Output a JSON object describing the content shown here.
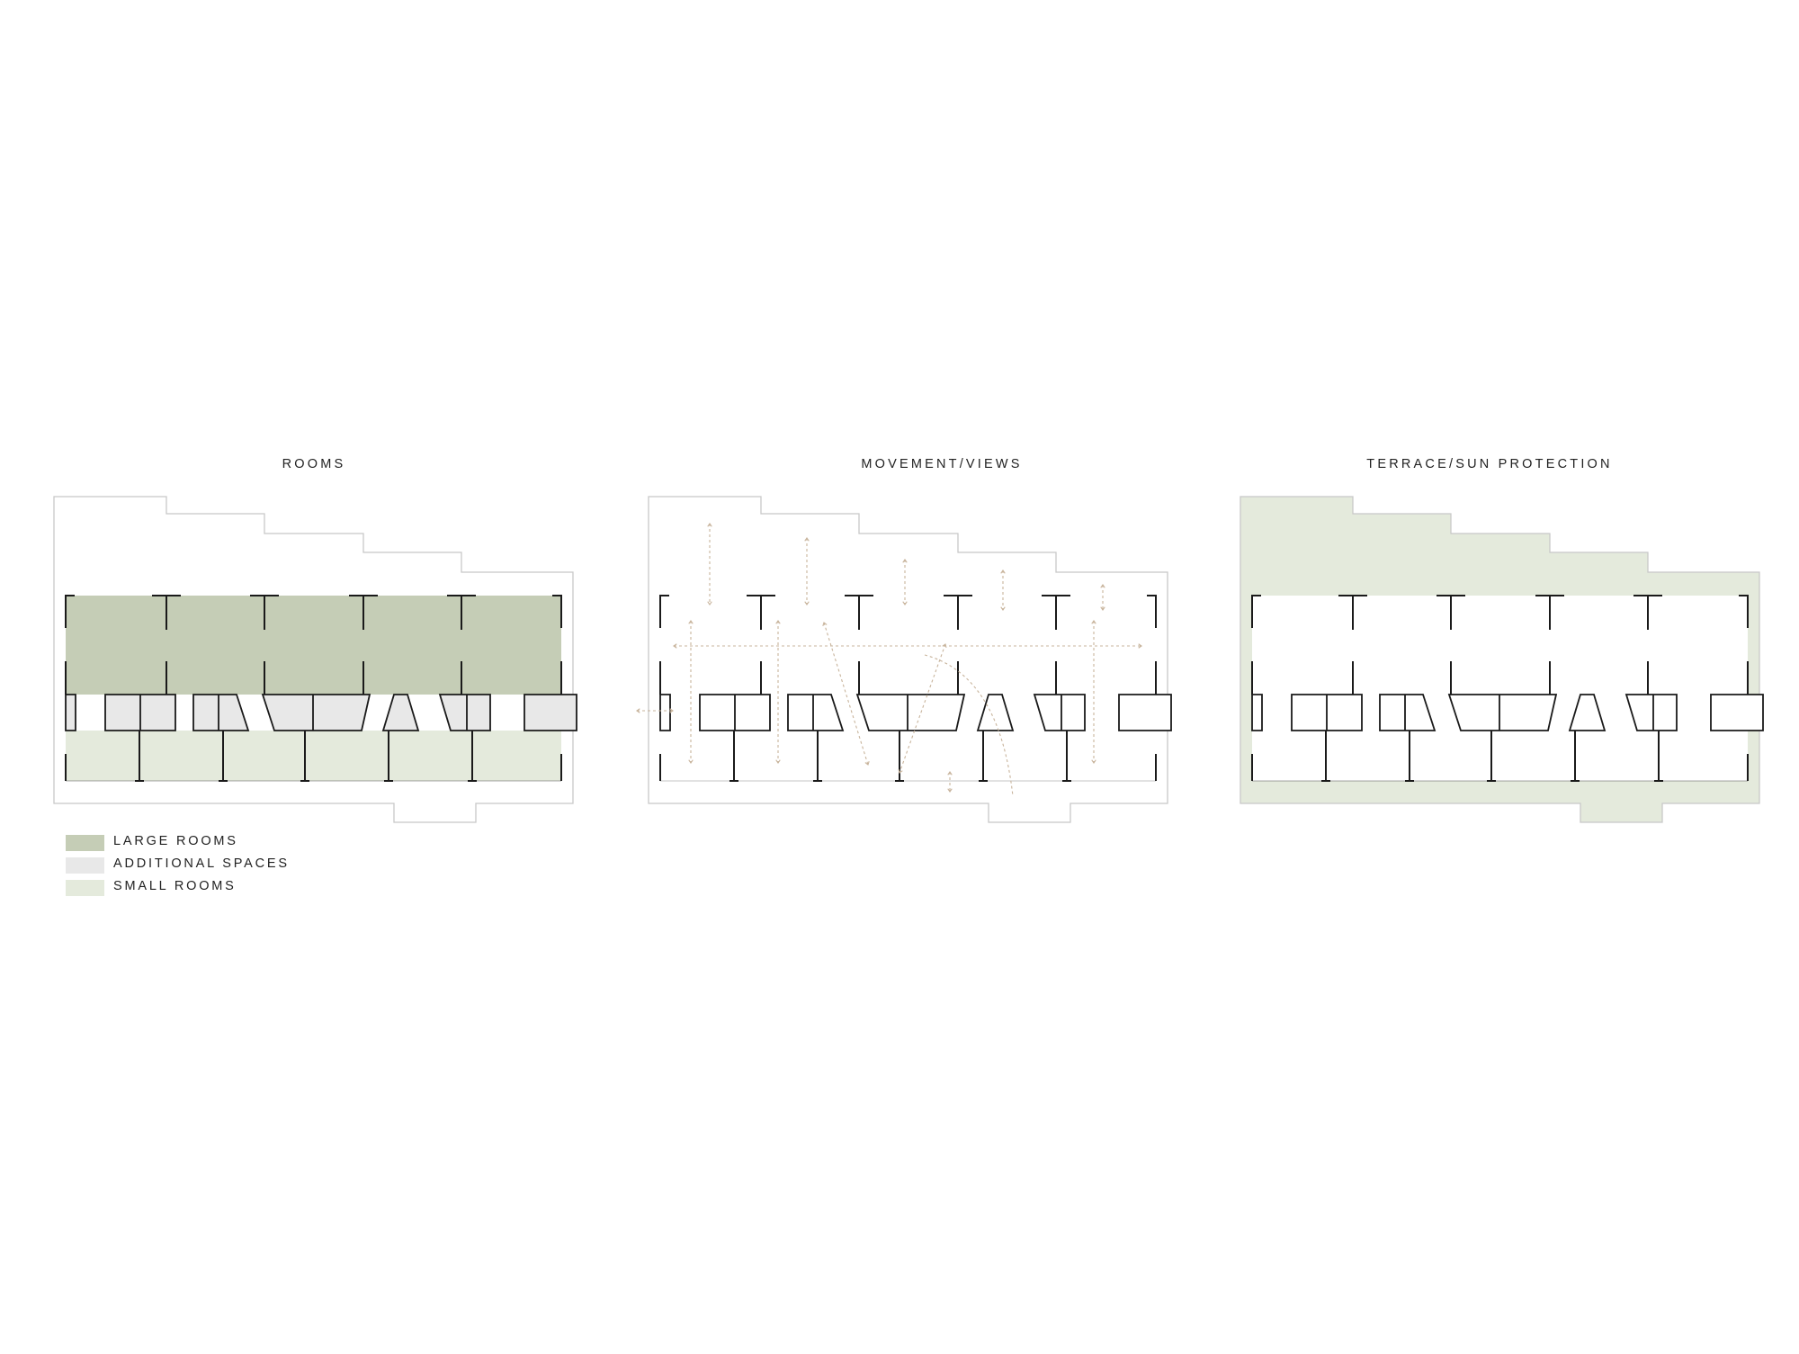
{
  "panels": {
    "rooms": {
      "title": "ROOMS"
    },
    "movement": {
      "title": "MOVEMENT/VIEWS"
    },
    "terrace": {
      "title": "TERRACE/SUN PROTECTION"
    }
  },
  "legend": [
    {
      "label": "LARGE ROOMS",
      "color": "#c5cdb6"
    },
    {
      "label": "ADDITIONAL SPACES",
      "color": "#e8e8e8"
    },
    {
      "label": "SMALL ROOMS",
      "color": "#e4eadc"
    }
  ],
  "colors": {
    "large_rooms": "#c5cdb6",
    "additional_spaces": "#e8e8e8",
    "small_rooms": "#e4eadc",
    "terrace": "#e4eadc",
    "outline": "#c8c8c8",
    "walls": "#1a1a1a",
    "arrows": "#c8b49c"
  }
}
